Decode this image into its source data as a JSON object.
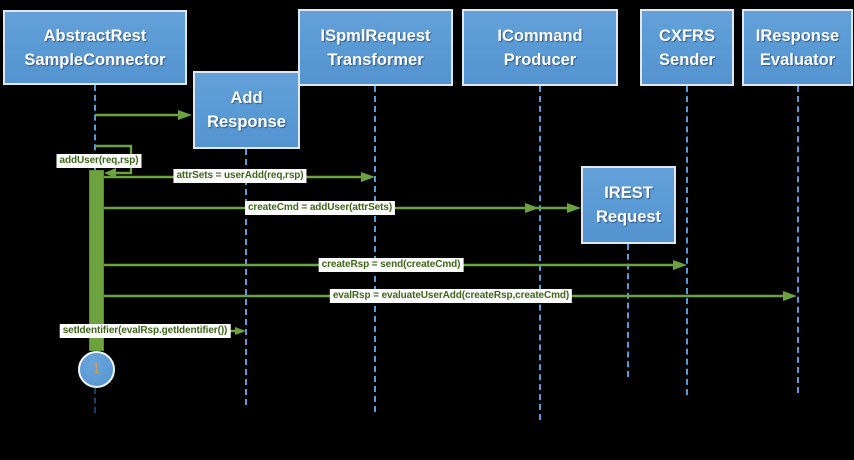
{
  "diagram": {
    "type": "uml-sequence-diagram",
    "participants": [
      {
        "id": "abstract-rest-sample-connector",
        "label": "AbstractRest SampleConnector"
      },
      {
        "id": "ispml-request-transformer",
        "label": "ISpmlRequest Transformer"
      },
      {
        "id": "icommand-producer",
        "label": "ICommand Producer"
      },
      {
        "id": "cxfrs-sender",
        "label": "CXFRS Sender"
      },
      {
        "id": "iresponse-evaluator",
        "label": "IResponse Evaluator"
      }
    ],
    "created_objects": [
      {
        "id": "add-response",
        "label": "Add Response"
      },
      {
        "id": "irest-request",
        "label": "IREST Request"
      }
    ],
    "messages": [
      {
        "label": "addUser(req,rsp)",
        "from": "AbstractRest SampleConnector",
        "to": "AbstractRest SampleConnector",
        "kind": "self-call"
      },
      {
        "label": "attrSets = userAdd(req,rsp)",
        "from": "AbstractRest SampleConnector",
        "to": "ISpmlRequest Transformer",
        "kind": "call"
      },
      {
        "label": "createCmd = addUser(attrSets)",
        "from": "AbstractRest SampleConnector",
        "to": "ICommand Producer",
        "kind": "call-creating-object",
        "creates": "IREST Request"
      },
      {
        "label": "createRsp = send(createCmd)",
        "from": "AbstractRest SampleConnector",
        "to": "CXFRS Sender",
        "kind": "call"
      },
      {
        "label": "evalRsp = evaluateUserAdd(createRsp,createCmd)",
        "from": "AbstractRest SampleConnector",
        "to": "IResponse Evaluator",
        "kind": "call"
      },
      {
        "label": "setIdentifier(evalRsp.getIdentifier())",
        "from": "AbstractRest SampleConnector",
        "to": "Add Response",
        "kind": "call"
      }
    ],
    "object_creation_arrow": {
      "from": "AbstractRest SampleConnector",
      "to": "Add Response"
    },
    "footnote_marker": "1",
    "colors": {
      "background": "#000000",
      "participant_fill": "#5b9bd5",
      "participant_border": "#dde8f4",
      "participant_text": "#ffffff",
      "lifeline": "#5b9bd5",
      "lifeline_dark_tail": "#1c3f66",
      "arrow_green": "#6da33e",
      "message_text": "#3e661a",
      "message_label_bg": "#ffffff",
      "footnote_fill": "#5b9bd5",
      "footnote_text": "#c79d63"
    }
  }
}
